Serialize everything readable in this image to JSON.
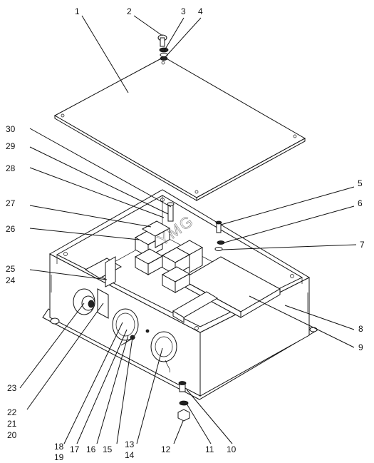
{
  "watermark": "YMG",
  "callouts": [
    {
      "id": "1",
      "text": "1"
    },
    {
      "id": "2",
      "text": "2"
    },
    {
      "id": "3",
      "text": "3"
    },
    {
      "id": "4",
      "text": "4"
    },
    {
      "id": "5",
      "text": "5"
    },
    {
      "id": "6",
      "text": "6"
    },
    {
      "id": "7",
      "text": "7"
    },
    {
      "id": "8",
      "text": "8"
    },
    {
      "id": "9",
      "text": "9"
    },
    {
      "id": "10",
      "text": "10"
    },
    {
      "id": "11",
      "text": "11"
    },
    {
      "id": "12",
      "text": "12"
    },
    {
      "id": "13",
      "text": "13"
    },
    {
      "id": "14",
      "text": "14"
    },
    {
      "id": "15",
      "text": "15"
    },
    {
      "id": "16",
      "text": "16"
    },
    {
      "id": "17",
      "text": "17"
    },
    {
      "id": "18",
      "text": "18"
    },
    {
      "id": "19",
      "text": "19"
    },
    {
      "id": "20",
      "text": "20"
    },
    {
      "id": "21",
      "text": "21"
    },
    {
      "id": "22",
      "text": "22"
    },
    {
      "id": "23",
      "text": "23"
    },
    {
      "id": "24",
      "text": "24"
    },
    {
      "id": "25",
      "text": "25"
    },
    {
      "id": "26",
      "text": "26"
    },
    {
      "id": "27",
      "text": "27"
    },
    {
      "id": "28",
      "text": "28"
    },
    {
      "id": "29",
      "text": "29"
    },
    {
      "id": "30",
      "text": "30"
    }
  ]
}
